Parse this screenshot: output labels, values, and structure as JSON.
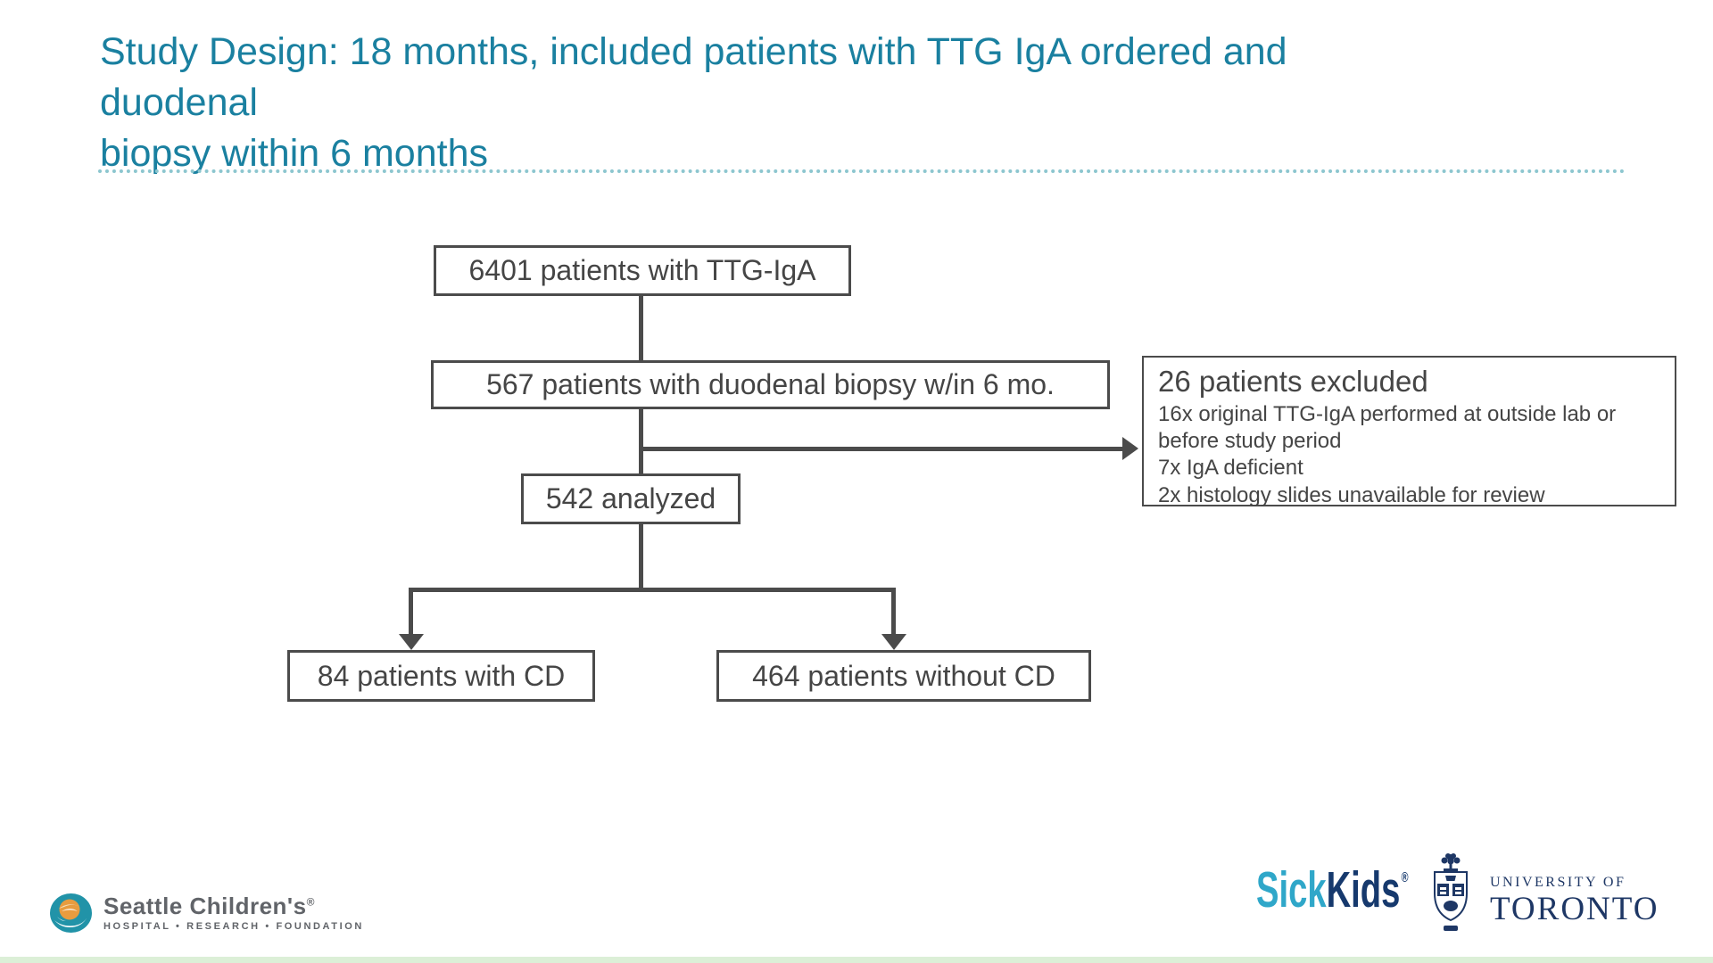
{
  "title": {
    "line1": "Study Design: 18 months, included patients with TTG IgA ordered and duodenal",
    "line2": "biopsy within 6 months"
  },
  "colors": {
    "title_teal": "#1A80A0",
    "divider_dots": "#8CC6CF",
    "connector_gray": "#4B4B4B",
    "box_text": "#454545",
    "sickkids_cyan": "#2FA7C9",
    "sickkids_navy": "#16396D",
    "uoft_navy": "#1E3765",
    "seattle_gray": "#616469",
    "seattle_teal": "#2193A8",
    "seattle_orange": "#E89C3F",
    "bottom_strip_green": "#DCEFD7"
  },
  "flowchart": {
    "boxes": [
      {
        "id": "ttg",
        "label": "6401 patients with TTG-IgA"
      },
      {
        "id": "biopsy",
        "label": "567 patients with duodenal biopsy w/in 6 mo."
      },
      {
        "id": "analyzed",
        "label": "542 analyzed"
      },
      {
        "id": "cd",
        "label": "84 patients with CD"
      },
      {
        "id": "nocd",
        "label": "464 patients without CD"
      }
    ],
    "excluded": {
      "title": "26 patients excluded",
      "items": [
        "16x original TTG-IgA performed at outside lab or before study period",
        "7x IgA deficient",
        "2x histology slides unavailable for review"
      ]
    }
  },
  "footer": {
    "seattle": {
      "name": "Seattle Children's",
      "registered": "®",
      "tagline": "HOSPITAL  •  RESEARCH  •  FOUNDATION"
    },
    "sickkids": {
      "part1": "Sick",
      "part2": "Kids",
      "registered": "®"
    },
    "uoft": {
      "line1": "UNIVERSITY OF",
      "line2": "TORONTO"
    }
  }
}
